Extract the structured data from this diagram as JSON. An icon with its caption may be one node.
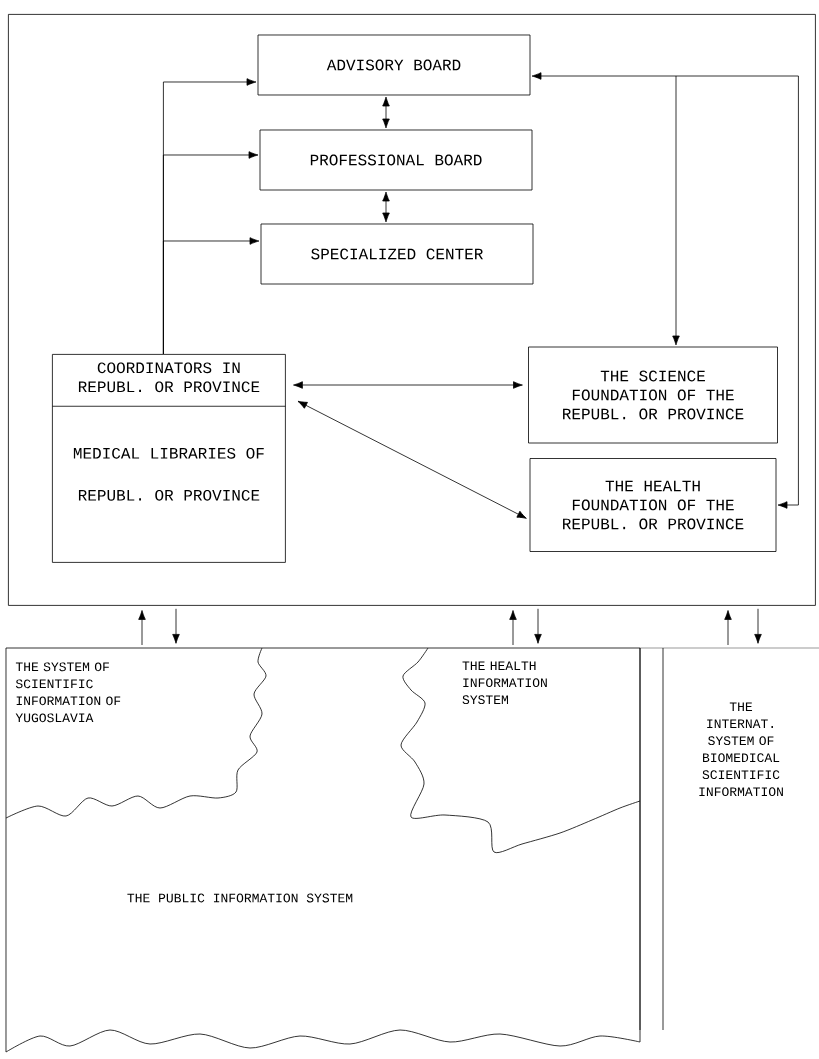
{
  "diagram": {
    "nodes": [
      {
        "text": [],
        "shape": "box"
      },
      {
        "text": [
          "ADVISORY BOARD"
        ],
        "in": 0
      },
      {
        "text": [
          "PROFESSIONAL BOARD"
        ],
        "in": 0
      },
      {
        "text": [
          "SPECIALIZED CENTER"
        ],
        "in": 0
      },
      {
        "text": [
          "COORDINATORS IN REPUBL. OR PROVINCE",
          "MEDICAL LIBRARIES OF REPUBL. OR PROVINCE"
        ],
        "in": 0
      },
      {
        "text": [
          "THE SCIENCE FOUNDATION OF THE REPUBL. OR PROVINCE"
        ],
        "in": 0
      },
      {
        "text": [
          "THE HEALTH FOUNDATION OF THE REPUBL. OR PROVINCE"
        ],
        "in": 0
      },
      {
        "text": [
          "THE PUBLIC INFORMATION SYSTEM"
        ]
      },
      {
        "text": [
          "THE SYSTEM OF SCIENTIFIC INFORMATION OF YUGOSLAVIA"
        ],
        "in": 7
      },
      {
        "text": [
          "THE HEALTH INFORMATION SYSTEM"
        ],
        "in": 7
      },
      {
        "text": [
          "THE INTERNAT. SYSTEM OF BIOMEDICAL SCIENTIFIC INFORMATION"
        ]
      }
    ],
    "edges": [
      {
        "from": 4,
        "to": 1,
        "arrow": "to"
      },
      {
        "from": 4,
        "to": 2,
        "arrow": "to"
      },
      {
        "from": 4,
        "to": 3,
        "arrow": "to"
      },
      {
        "from": 1,
        "to": 2,
        "arrow": "both"
      },
      {
        "from": 2,
        "to": 3,
        "arrow": "both"
      },
      {
        "from": 1,
        "to": 6,
        "arrow": "both"
      },
      {
        "from": null,
        "to": 5,
        "arrow": "to"
      },
      {
        "from": 4,
        "to": 5,
        "arrow": "both"
      },
      {
        "from": 4,
        "to": 6,
        "arrow": "both"
      },
      {
        "from": 8,
        "to": 0,
        "arrow": "to"
      },
      {
        "from": 0,
        "to": 8,
        "arrow": "to"
      },
      {
        "from": 9,
        "to": 0,
        "arrow": "to"
      },
      {
        "from": 0,
        "to": 9,
        "arrow": "to"
      },
      {
        "from": 10,
        "to": 0,
        "arrow": "to"
      },
      {
        "from": 0,
        "to": 10,
        "arrow": "to"
      }
    ]
  }
}
